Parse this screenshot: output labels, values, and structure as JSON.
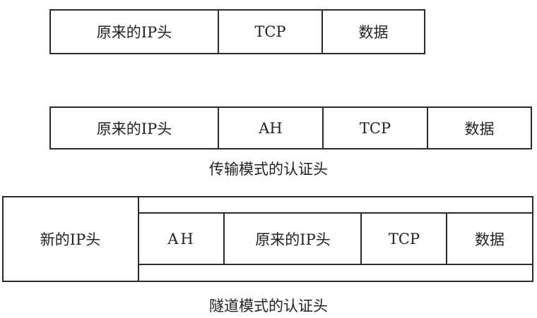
{
  "diagram": {
    "original_packet": {
      "fields": [
        "原来的IP头",
        "TCP",
        "数据"
      ]
    },
    "transport_mode": {
      "fields": [
        "原来的IP头",
        "AH",
        "TCP",
        "数据"
      ],
      "caption": "传输模式的认证头"
    },
    "tunnel_mode": {
      "outer_field": "新的IP头",
      "inner_fields": [
        "AH",
        "原来的IP头",
        "TCP",
        "数据"
      ],
      "caption": "隧道模式的认证头"
    }
  }
}
